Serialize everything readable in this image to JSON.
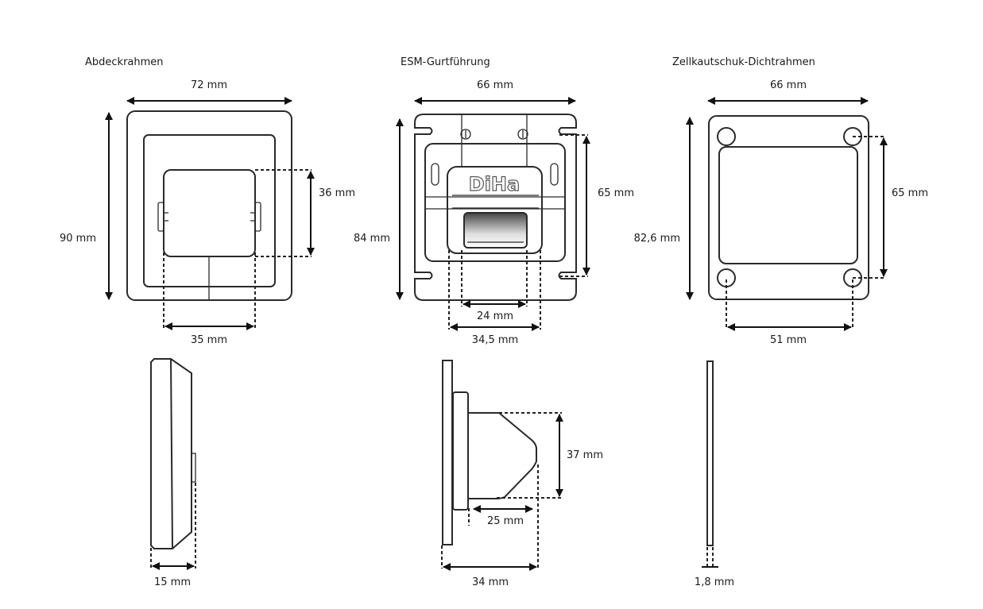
{
  "panels": [
    {
      "title": "Abdeckrahmen",
      "front": {
        "width": "72 mm",
        "height": "90 mm",
        "insert_height": "36 mm",
        "insert_width": "35 mm"
      },
      "side": {
        "depth": "15 mm"
      }
    },
    {
      "title": "ESM-Gurtführung",
      "logo": "DiHa",
      "front": {
        "width": "66 mm",
        "height": "84 mm",
        "slot_spacing": "65 mm",
        "inner_width": "24 mm",
        "outer_width": "34,5 mm"
      },
      "side": {
        "height": "37 mm",
        "protrusion": "25 mm",
        "depth": "34 mm"
      }
    },
    {
      "title": "Zellkautschuk-Dichtrahmen",
      "front": {
        "width": "66 mm",
        "height": "82,6 mm",
        "hole_spacing_v": "65 mm",
        "hole_spacing_h": "51 mm"
      },
      "side": {
        "thickness": "1,8 mm"
      }
    }
  ]
}
